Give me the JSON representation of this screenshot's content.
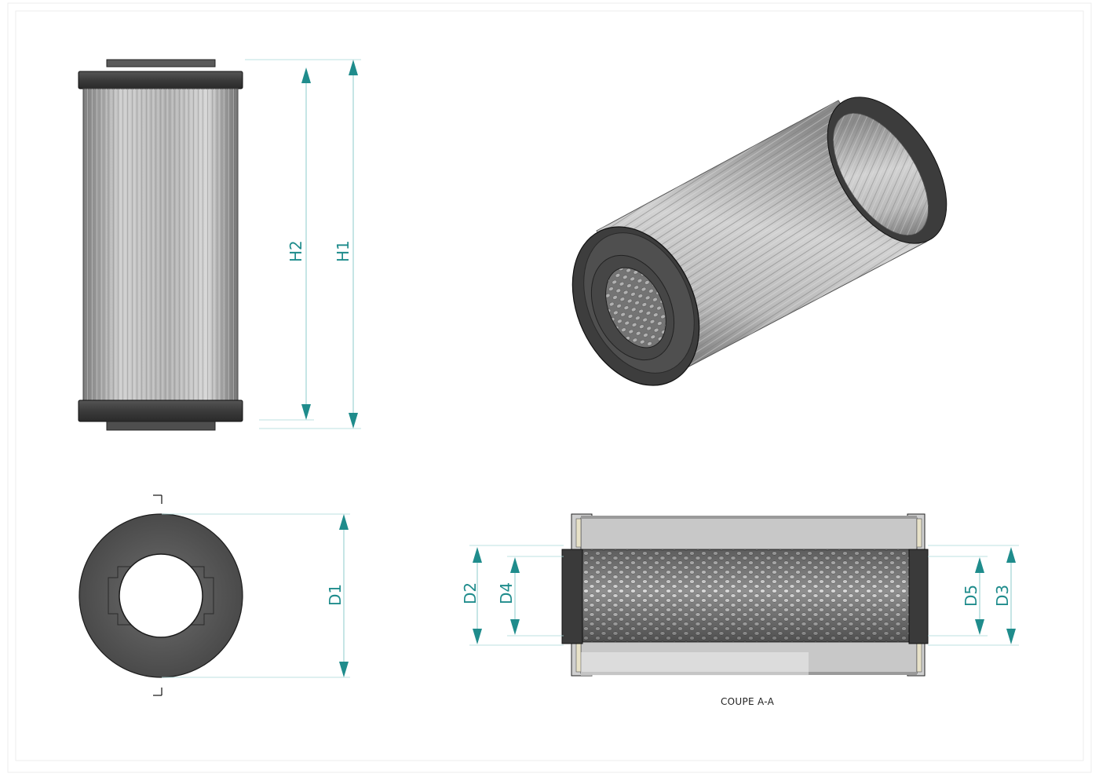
{
  "drawing": {
    "dimensions": {
      "h1": "H1",
      "h2": "H2",
      "d1": "D1",
      "d2": "D2",
      "d3": "D3",
      "d4": "D4",
      "d5": "D5"
    },
    "section_caption": "COUPE A-A"
  },
  "colors": {
    "dimension": "#1f8c8c",
    "endcap": "#3a3a3a",
    "pleat_light": "#c4c4c4",
    "pleat_dark": "#8c8c8c"
  },
  "icons": {
    "section-marker": "section-arrow-icon"
  }
}
